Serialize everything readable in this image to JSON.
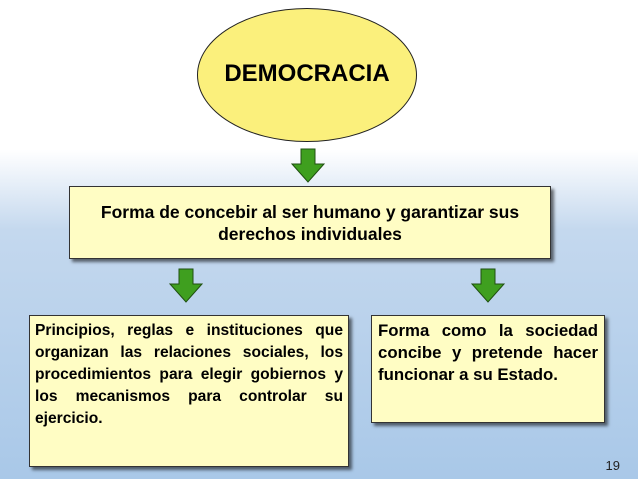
{
  "diagram": {
    "top_node": "DEMOCRACIA",
    "middle_node": "Forma de concebir al ser humano y garantizar sus derechos individuales",
    "left_node": "Principios, reglas e instituciones que organizan las relaciones sociales, los procedimientos para elegir gobiernos y los mecanismos para controlar su ejercicio.",
    "right_node": "Forma como la sociedad concibe y pretende hacer funcionar a su Estado."
  },
  "colors": {
    "ellipse_fill": "#fbf07c",
    "box_fill": "#fffdc4",
    "arrow_fill": "#3f9f1f",
    "background_bottom": "#a9c8e8"
  },
  "slide": {
    "page_number": "19"
  }
}
